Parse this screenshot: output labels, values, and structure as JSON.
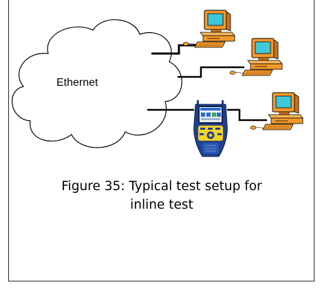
{
  "diagram": {
    "cloud_label": "Ethernet",
    "caption_line1": "Figure 35: Typical test setup for",
    "caption_line2": "inline test",
    "colors": {
      "pc_case": "#f39a2b",
      "pc_case_shade": "#c8741a",
      "screen": "#3ec9d8",
      "tester_body": "#1f3f8f",
      "tester_keypad": "#f2d32a",
      "cable": "#000000",
      "mouse": "#f39a2b"
    },
    "icons": [
      "ethernet-cloud-icon",
      "computer-icon",
      "network-tester-icon"
    ]
  }
}
